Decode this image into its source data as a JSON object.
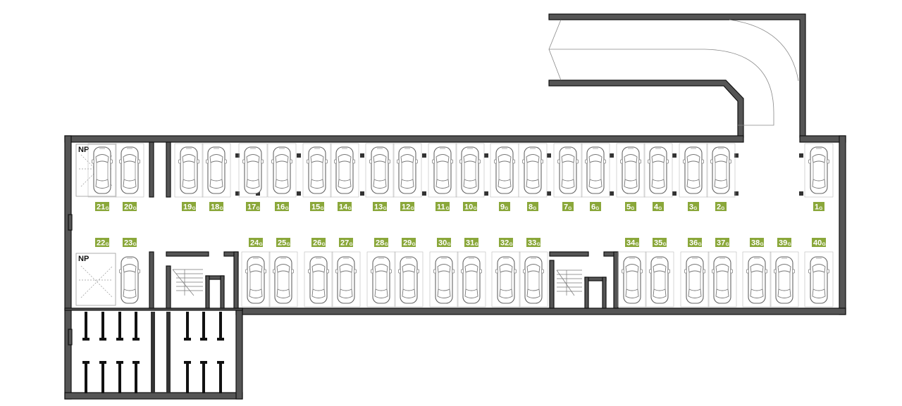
{
  "np_marker": "NP",
  "level_suffix": "G",
  "top_row_spots": [
    "21",
    "20",
    "19",
    "18",
    "17",
    "16",
    "15",
    "14",
    "13",
    "12",
    "11",
    "10",
    "9",
    "8",
    "7",
    "6",
    "5",
    "4",
    "3",
    "2",
    "1"
  ],
  "bottom_row_spots": [
    "22",
    "23",
    "24",
    "25",
    "26",
    "27",
    "28",
    "29",
    "30",
    "31",
    "32",
    "33",
    "34",
    "35",
    "36",
    "37",
    "38",
    "39",
    "40"
  ],
  "colors": {
    "label_green": "#8aa73a",
    "wall": "#555555",
    "line": "#888888"
  }
}
